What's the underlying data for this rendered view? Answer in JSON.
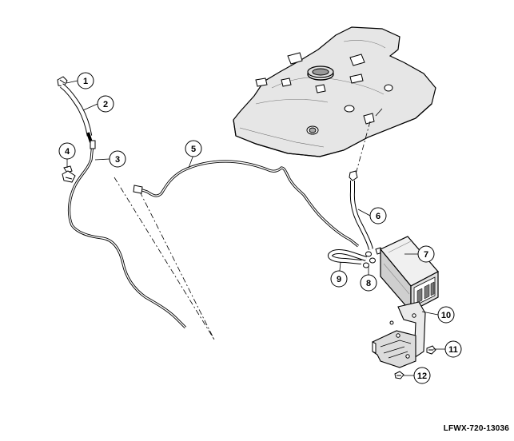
{
  "figure_code": "LFWX-720-13036",
  "callouts": [
    {
      "id": "1",
      "label": "1"
    },
    {
      "id": "2",
      "label": "2"
    },
    {
      "id": "3",
      "label": "3"
    },
    {
      "id": "4",
      "label": "4"
    },
    {
      "id": "5",
      "label": "5"
    },
    {
      "id": "6",
      "label": "6"
    },
    {
      "id": "7",
      "label": "7"
    },
    {
      "id": "8",
      "label": "8"
    },
    {
      "id": "9",
      "label": "9"
    },
    {
      "id": "10",
      "label": "10"
    },
    {
      "id": "11",
      "label": "11"
    },
    {
      "id": "12",
      "label": "12"
    }
  ],
  "colors": {
    "line": "#000000",
    "tank_fill": "#e6e6e6",
    "canister_fill": "#d9d9d9",
    "background": "#ffffff"
  }
}
